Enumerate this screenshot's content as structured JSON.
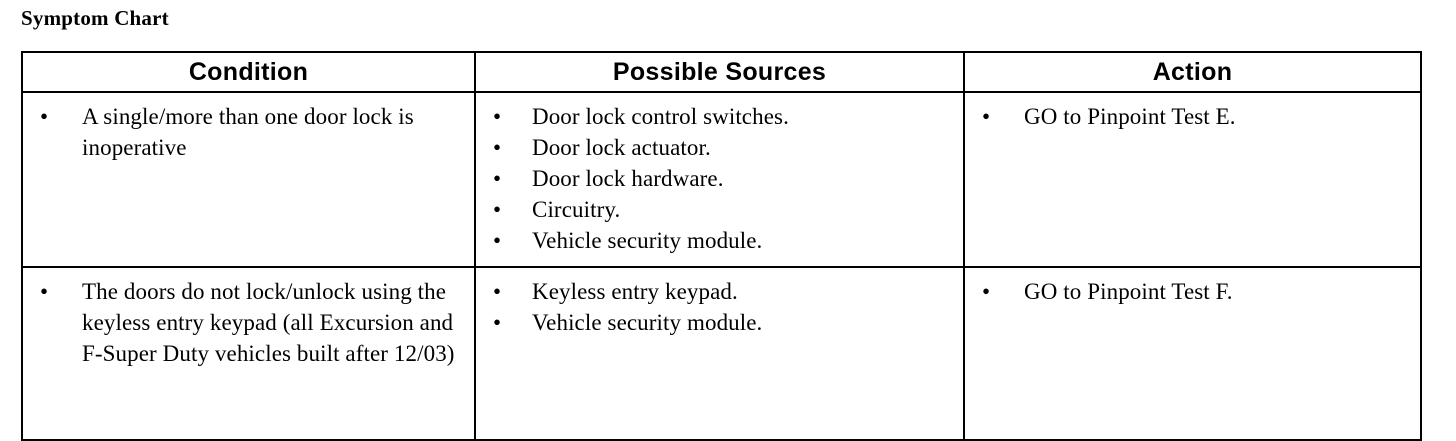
{
  "document": {
    "title": "Symptom Chart"
  },
  "bullet_glyph": "•",
  "table": {
    "headers": [
      "Condition",
      "Possible Sources",
      "Action"
    ],
    "rows": [
      {
        "condition": [
          "A single/more than one door lock is inoperative"
        ],
        "possible_sources": [
          "Door lock control switches.",
          "Door lock actuator.",
          "Door lock hardware.",
          "Circuitry.",
          "Vehicle security module."
        ],
        "action": [
          "GO to Pinpoint Test E."
        ]
      },
      {
        "condition": [
          "The doors do not lock/unlock using the keyless entry keypad (all Excursion and F-Super Duty vehicles built after 12/03)"
        ],
        "possible_sources": [
          "Keyless entry keypad.",
          "Vehicle security module."
        ],
        "action": [
          "GO to Pinpoint Test F."
        ]
      }
    ]
  },
  "colors": {
    "text": "#000000",
    "border": "#000000",
    "background": "#ffffff"
  }
}
